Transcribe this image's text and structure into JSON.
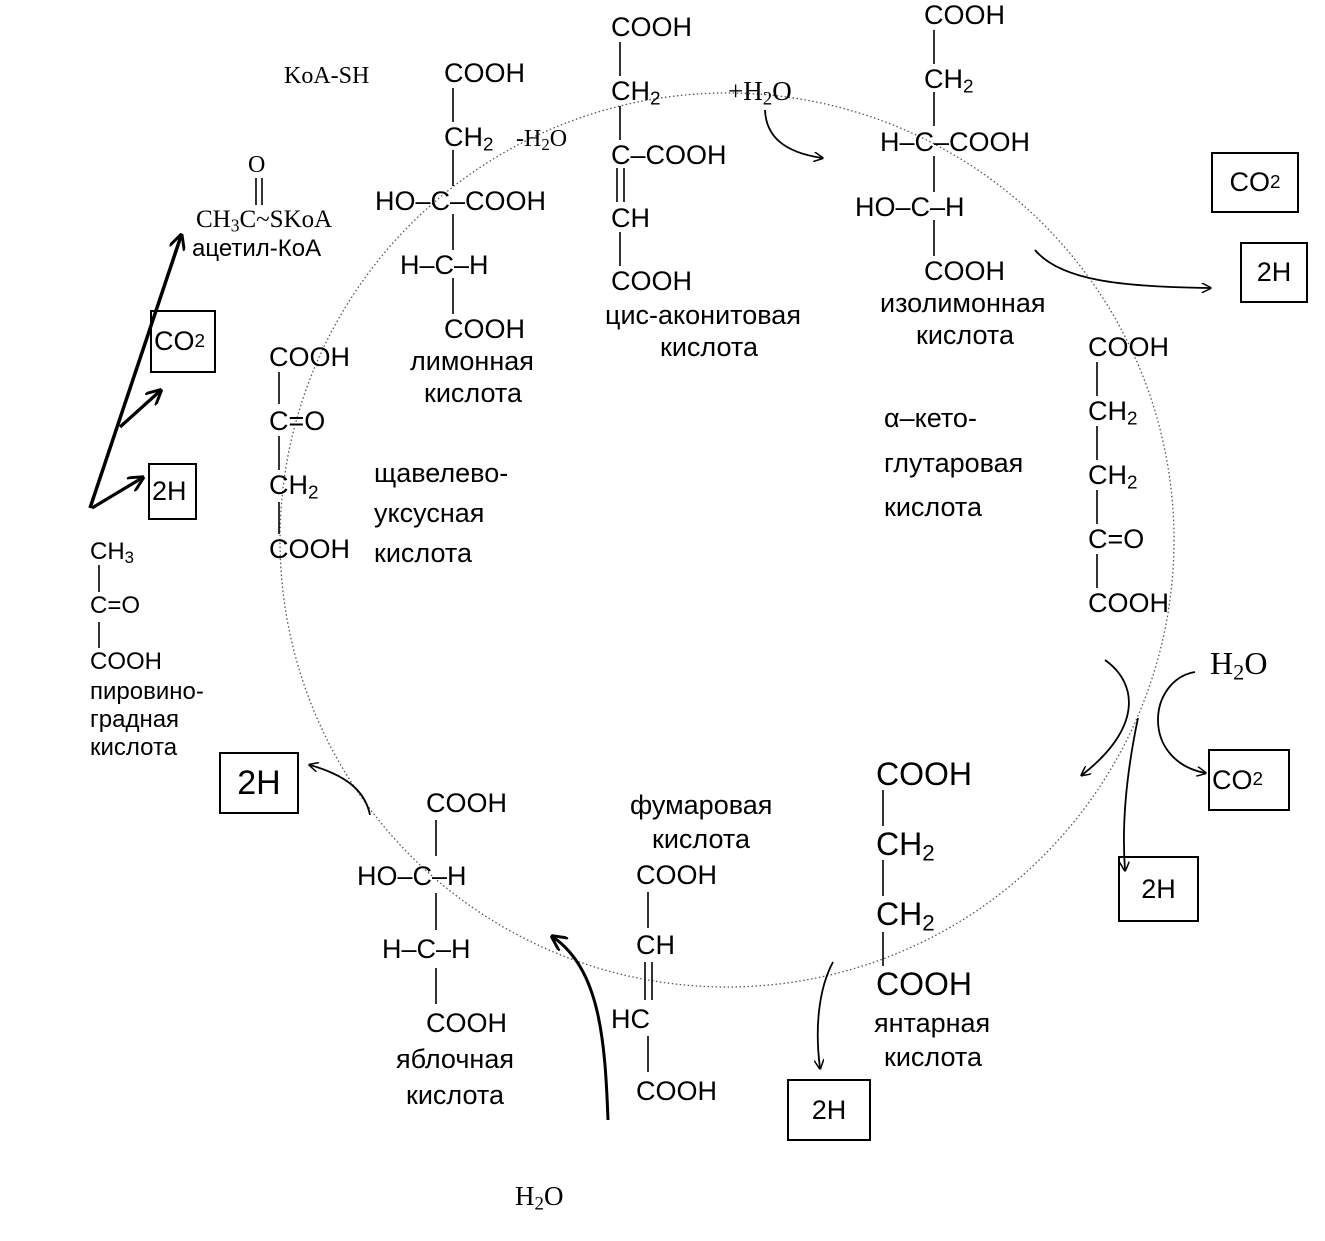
{
  "labels": {
    "koa_sh": "KoA-SH",
    "minus_h2o": "-H",
    "plus_h2o": "+H",
    "h2o_right": "H",
    "h2o_bottom": "H",
    "co2": "CO",
    "two_h": "2H"
  },
  "acetyl_coa": {
    "o": "O",
    "formula": "CH",
    "formula_tail": "C~SKoA",
    "name": "ацетил-КоА"
  },
  "pyruvate": {
    "ch3": "CH",
    "co": "C=O",
    "cooh": "COOH",
    "name_line1": "пировино-",
    "name_line2": "градная",
    "name_line3": "кислота"
  },
  "citric": {
    "cooh_top": "COOH",
    "ch2": "CH",
    "ho_c_cooh": "HO–C–COOH",
    "h_c_h": "H–C–H",
    "cooh_bottom": "COOH",
    "name_line1": "лимонная",
    "name_line2": "кислота"
  },
  "cis_aconitic": {
    "cooh_top": "COOH",
    "ch2": "CH",
    "c_cooh": "C–COOH",
    "ch": "CH",
    "cooh_bottom": "COOH",
    "name_line1": "цис-аконитовая",
    "name_line2": "кислота"
  },
  "isocitric": {
    "cooh_top": "COOH",
    "ch2": "CH",
    "h_c_cooh": "H–C–COOH",
    "ho_c_h": "HO–C–H",
    "cooh_bottom": "COOH",
    "name_line1": "изолимонная",
    "name_line2": "кислота"
  },
  "alpha_ketoglutaric": {
    "cooh_top": "COOH",
    "ch2_a": "CH",
    "ch2_b": "CH",
    "co": "C=O",
    "cooh_bottom": "COOH",
    "name_line1": "α–кето-",
    "name_line2": "глутаровая",
    "name_line3": "кислота"
  },
  "succinic": {
    "cooh_top": "COOH",
    "ch2_a": "CH",
    "ch2_b": "CH",
    "cooh_bottom": "COOH",
    "name_line1": "янтарная",
    "name_line2": "кислота"
  },
  "fumaric": {
    "name_line1": "фумаровая",
    "name_line2": "кислота",
    "cooh_top": "COOH",
    "ch": "CH",
    "hc": "HC",
    "cooh_bottom": "COOH"
  },
  "malic": {
    "cooh_top": "COOH",
    "ho_c_h": "HO–C–H",
    "h_c_h": "H–C–H",
    "cooh_bottom": "COOH",
    "name_line1": "яблочная",
    "name_line2": "кислота"
  },
  "oxaloacetic": {
    "cooh_top": "COOH",
    "co": "C=O",
    "ch2": "CH",
    "cooh_bottom": "COOH",
    "name_line1": "щавелево-",
    "name_line2": "уксусная",
    "name_line3": "кислота"
  },
  "subscripts": {
    "two": "2",
    "three": "3"
  }
}
